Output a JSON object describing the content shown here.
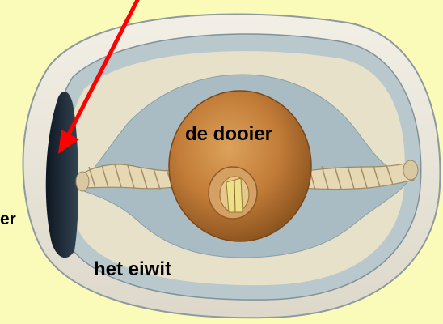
{
  "labels": {
    "yolk": "de dooier",
    "albumen": "het eiwit",
    "partial": "er"
  },
  "colors": {
    "background": "#fbfbb9",
    "arrow": "#ff0000",
    "shell": "#ece8dc",
    "membrane": "#b3c3c9",
    "albumen": "#e9e2cb",
    "yolk": "#c7843d",
    "chalaza": "#e6d6b0",
    "air_cell": "#1d2a35"
  }
}
